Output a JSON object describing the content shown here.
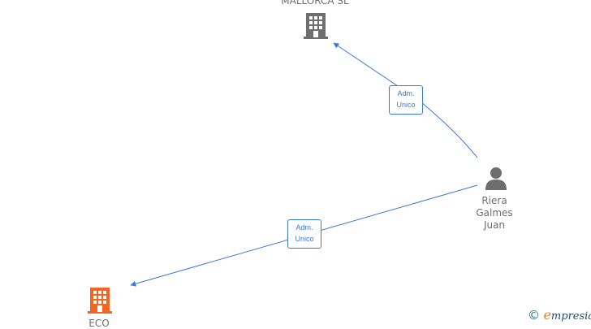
{
  "nodes": {
    "top_company": {
      "label": "MALLORCA  SL",
      "color": "#6e6e6e"
    },
    "person": {
      "label_lines": [
        "Riera",
        "Galmes",
        "Juan"
      ],
      "color": "#6e6e6e"
    },
    "bottom_company": {
      "label": "ECO",
      "color": "#f26522"
    }
  },
  "edges": [
    {
      "line1": "Adm.",
      "line2": "Unico"
    },
    {
      "line1": "Adm.",
      "line2": "Unico"
    }
  ],
  "edge_color": "#3a7bd5",
  "watermark": {
    "symbol": "©",
    "brand_initial": "e",
    "brand_rest": "mpresia"
  }
}
